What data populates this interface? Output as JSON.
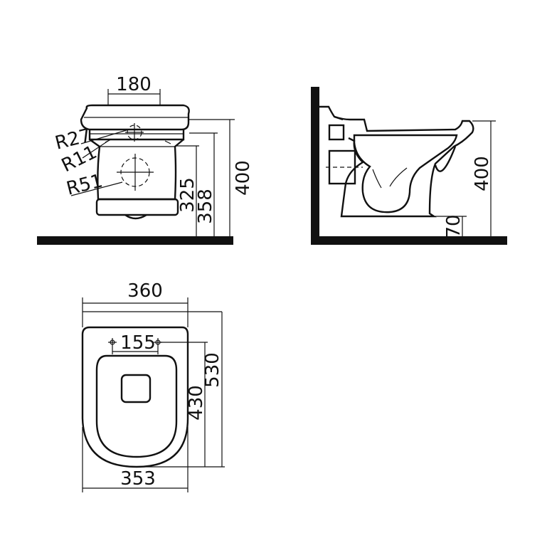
{
  "front_view": {
    "width_label": "180",
    "radius_labels": [
      "R27",
      "R11",
      "R51"
    ],
    "height_325": "325",
    "height_358": "358",
    "height_400": "400"
  },
  "side_view": {
    "height_400": "400",
    "height_70": "70"
  },
  "top_view": {
    "width_360": "360",
    "width_155": "155",
    "width_353": "353",
    "length_430": "430",
    "length_530": "530"
  }
}
